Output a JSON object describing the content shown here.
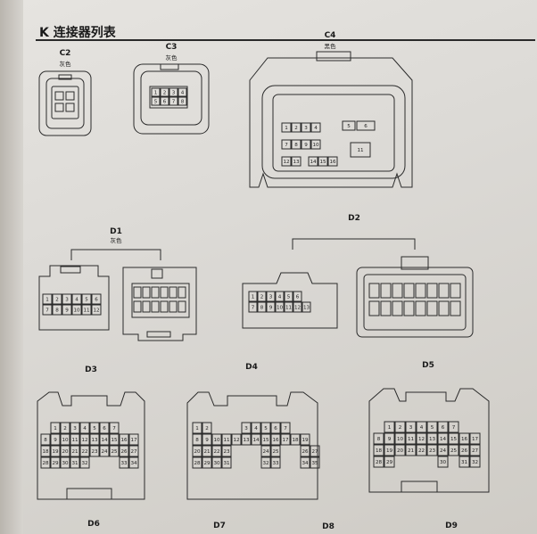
{
  "page": {
    "title": "K 连接器列表"
  },
  "connectors": {
    "c2": {
      "name": "C2",
      "color": "灰色"
    },
    "c3": {
      "name": "C3",
      "color": "灰色",
      "pins": [
        "1",
        "2",
        "3",
        "4",
        "5",
        "6",
        "7",
        "8"
      ]
    },
    "c4": {
      "name": "C4",
      "color": "黑色",
      "pins": [
        "1",
        "2",
        "3",
        "4",
        "5",
        "6",
        "7",
        "8",
        "9",
        "10",
        "11",
        "12",
        "13",
        "14",
        "15",
        "16"
      ]
    },
    "d1": {
      "name": "D1",
      "color": "灰色",
      "pins": [
        "1",
        "2",
        "3",
        "4",
        "5",
        "6",
        "7",
        "8",
        "9",
        "10",
        "11",
        "12"
      ]
    },
    "d2": {
      "name": "D2"
    },
    "d3": {
      "name": "D3"
    },
    "d4": {
      "name": "D4",
      "pins": [
        "1",
        "2",
        "3",
        "4",
        "5",
        "6",
        "7",
        "8",
        "9",
        "10",
        "11",
        "12",
        "13"
      ]
    },
    "d5": {
      "name": "D5"
    },
    "d6": {
      "name": "D6",
      "pins": [
        "1",
        "2",
        "3",
        "4",
        "5",
        "6",
        "7",
        "8",
        "9",
        "10",
        "11",
        "12",
        "13",
        "14",
        "15",
        "16",
        "17",
        "18",
        "19",
        "20",
        "21",
        "22",
        "23",
        "24",
        "25",
        "26",
        "27",
        "28",
        "29",
        "30",
        "31",
        "32",
        "33",
        "34"
      ]
    },
    "d7": {
      "name": "D7",
      "pins": [
        "1",
        "2",
        "3",
        "4",
        "5",
        "6",
        "7",
        "8",
        "9",
        "10",
        "11",
        "12",
        "13",
        "14",
        "15",
        "16",
        "17",
        "18",
        "19",
        "20",
        "21",
        "22",
        "23",
        "24",
        "25",
        "26",
        "27",
        "28",
        "29",
        "30",
        "31",
        "32",
        "33",
        "34",
        "35"
      ]
    },
    "d8": {
      "name": "D8"
    },
    "d9": {
      "name": "D9",
      "pins": [
        "1",
        "2",
        "3",
        "4",
        "5",
        "6",
        "7",
        "8",
        "9",
        "10",
        "11",
        "12",
        "13",
        "14",
        "15",
        "16",
        "17",
        "18",
        "19",
        "20",
        "21",
        "22",
        "23",
        "24",
        "25",
        "26",
        "27",
        "28",
        "29",
        "30",
        "31",
        "32"
      ]
    }
  }
}
